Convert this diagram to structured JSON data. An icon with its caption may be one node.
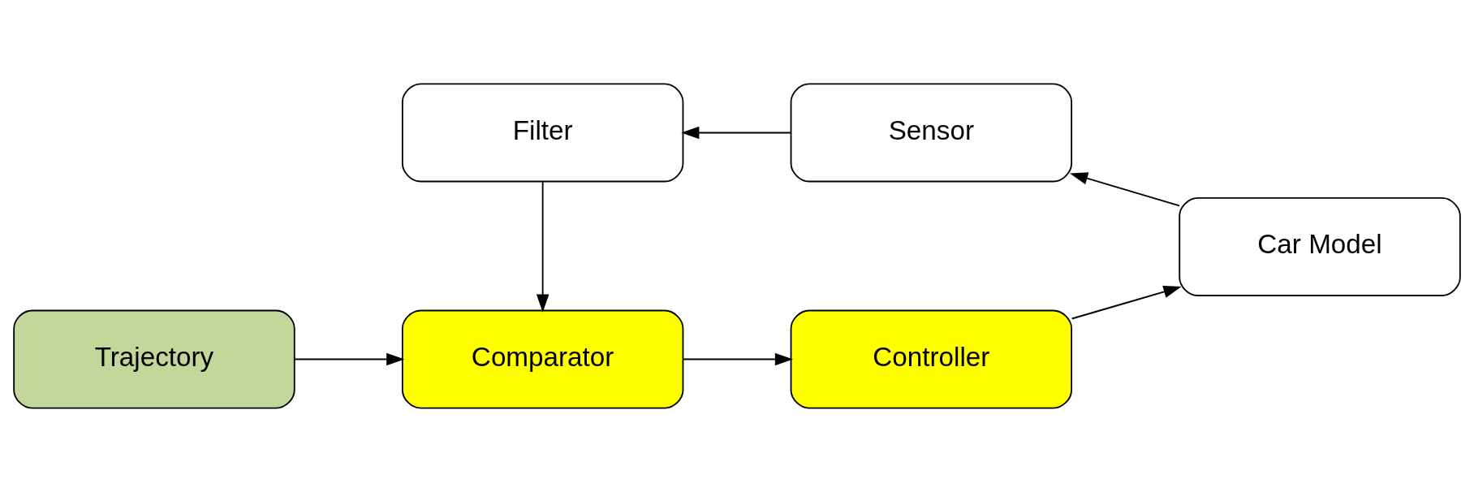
{
  "diagram": {
    "nodes": [
      {
        "text": [
          "Trajectory"
        ]
      },
      {
        "text": [
          "Comparator"
        ]
      },
      {
        "text": [
          "Controller"
        ]
      },
      {
        "text": [
          "Car Model"
        ]
      },
      {
        "text": [
          "Filter"
        ]
      },
      {
        "text": [
          "Sensor"
        ]
      }
    ],
    "edges": [
      {
        "from": 0,
        "to": 1,
        "arrow": "to"
      },
      {
        "from": 1,
        "to": 2,
        "arrow": "to"
      },
      {
        "from": 2,
        "to": 3,
        "arrow": "to"
      },
      {
        "from": 3,
        "to": 5,
        "arrow": "to"
      },
      {
        "from": 5,
        "to": 4,
        "arrow": "to"
      },
      {
        "from": 4,
        "to": 1,
        "arrow": "to"
      }
    ]
  }
}
